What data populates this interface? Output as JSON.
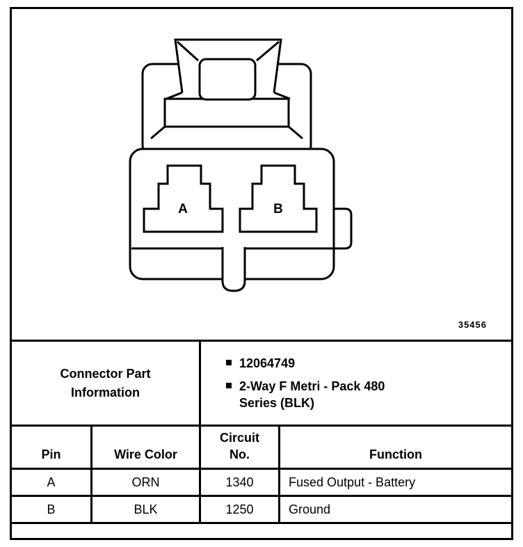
{
  "colors": {
    "ink": "#000000",
    "paper": "#ffffff"
  },
  "figure": {
    "number": "35456",
    "pins": {
      "a": "A",
      "b": "B"
    }
  },
  "part_info": {
    "title": "Connector Part\nInformation",
    "bullets": [
      "12064749",
      "2-Way F Metri - Pack 480\nSeries (BLK)"
    ]
  },
  "table": {
    "headers": [
      "Pin",
      "Wire Color",
      "Circuit\nNo.",
      "Function"
    ],
    "rows": [
      {
        "pin": "A",
        "wire_color": "ORN",
        "circuit_no": "1340",
        "function": "Fused Output - Battery"
      },
      {
        "pin": "B",
        "wire_color": "BLK",
        "circuit_no": "1250",
        "function": "Ground"
      }
    ]
  }
}
